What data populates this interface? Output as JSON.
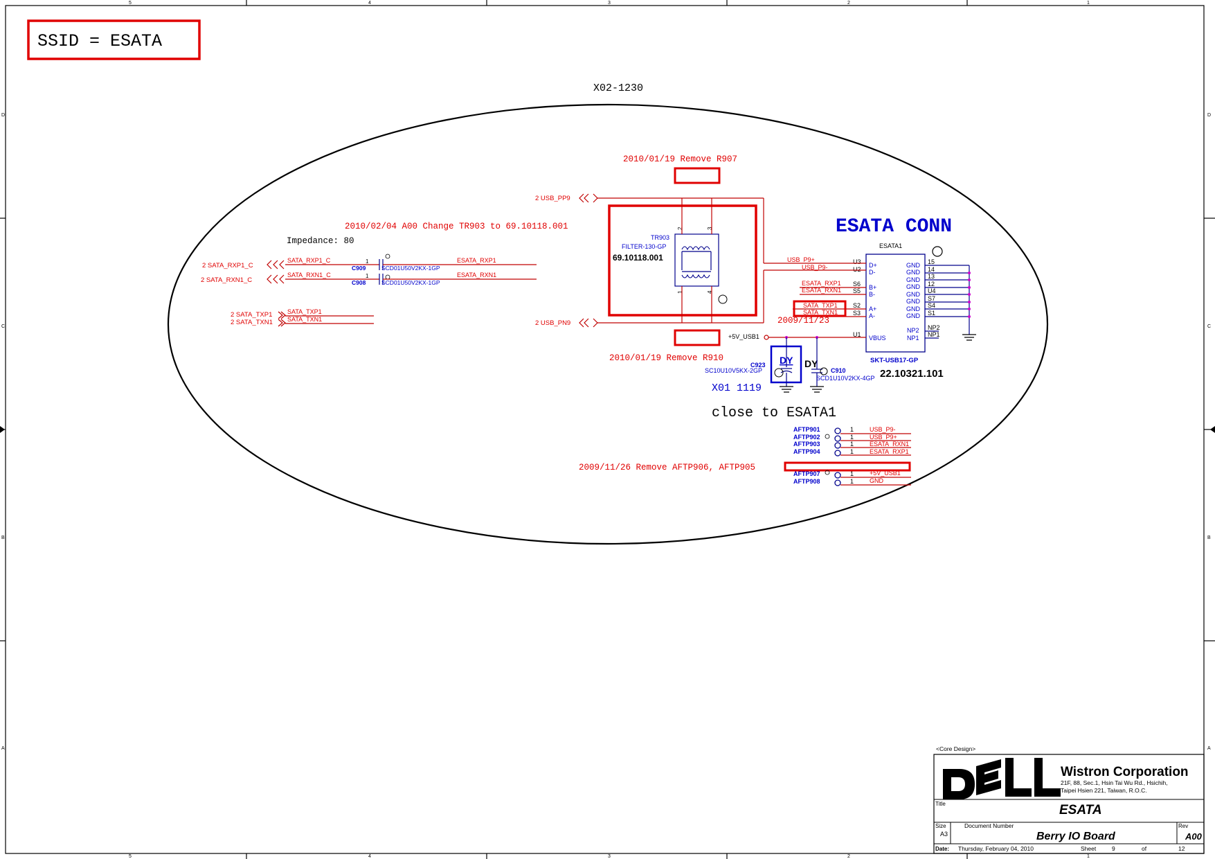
{
  "ssid_box": {
    "text": "SSID = ESATA"
  },
  "revision_label": "X02-1230",
  "frame": {
    "top_zones": [
      "5",
      "4",
      "3",
      "2",
      "1"
    ],
    "bottom_zones": [
      "5",
      "4",
      "3",
      "2",
      "1"
    ],
    "side_zones": [
      "D",
      "C",
      "B",
      "A"
    ]
  },
  "notes": {
    "remove_r907": "2010/01/19 Remove R907",
    "change_tr903": "2010/02/04 A00 Change TR903 to 69.10118.001",
    "impedance": "Impedance: 80",
    "remove_r910": "2010/01/19 Remove R910",
    "date_1123": "2009/11/23",
    "x01": "X01 1119",
    "close_to": "close to ESATA1",
    "remove_aftp": "2009/11/26 Remove AFTP906, AFTP905"
  },
  "ports": {
    "usb_pp9": "2  USB_PP9",
    "usb_pn9": "2  USB_PN9",
    "sata_rxp1_c": "2  SATA_RXP1_C",
    "sata_rxn1_c": "2  SATA_RXN1_C",
    "sata_txp1": "2  SATA_TXP1",
    "sata_txn1": "2  SATA_TXN1"
  },
  "nets": {
    "sata_rxp1_c": "SATA_RXP1_C",
    "sata_rxn1_c": "SATA_RXN1_C",
    "sata_txp1": "SATA_TXP1",
    "sata_txn1": "SATA_TXN1",
    "esata_rxp1": "ESATA_RXP1",
    "esata_rxn1": "ESATA_RXN1",
    "usb_p9_plus": "USB_P9+",
    "usb_p9_minus": "USB_P9-",
    "vusb": "+5V_USB1",
    "gnd": "GND"
  },
  "capacitors": {
    "c909": {
      "ref": "C909",
      "part": "SCD01U50V2KX-1GP",
      "pin": "1"
    },
    "c908": {
      "ref": "C908",
      "part": "SCD01U50V2KX-1GP",
      "pin": "1"
    },
    "c923": {
      "ref": "C923",
      "part": "SC10U10V5KX-2GP"
    },
    "c910": {
      "ref": "C910",
      "part": "SCD1U10V2KX-4GP"
    }
  },
  "transformer": {
    "ref": "TR903",
    "part": "FILTER-130-GP",
    "pn": "69.10118.001",
    "pins": [
      "2",
      "3",
      "1",
      "4"
    ]
  },
  "connector": {
    "title": "ESATA CONN",
    "ref": "ESATA1",
    "part": "SKT-USB17-GP",
    "pn": "22.10321.101",
    "left_pins": [
      {
        "num": "U3",
        "name": "D+"
      },
      {
        "num": "U2",
        "name": "D-"
      },
      {
        "num": "S6",
        "name": "B+"
      },
      {
        "num": "S5",
        "name": "B-"
      },
      {
        "num": "S2",
        "name": "A+"
      },
      {
        "num": "S3",
        "name": "A-"
      },
      {
        "num": "U1",
        "name": "VBUS"
      }
    ],
    "right_pins": [
      {
        "num": "15",
        "name": "GND"
      },
      {
        "num": "14",
        "name": "GND"
      },
      {
        "num": "13",
        "name": "GND"
      },
      {
        "num": "12",
        "name": "GND"
      },
      {
        "num": "U4",
        "name": "GND"
      },
      {
        "num": "S7",
        "name": "GND"
      },
      {
        "num": "S4",
        "name": "GND"
      },
      {
        "num": "S1",
        "name": "GND"
      },
      {
        "num": "NP2",
        "name": "NP2"
      },
      {
        "num": "NP1",
        "name": "NP1"
      }
    ]
  },
  "dy_labels": [
    "DY",
    "DY"
  ],
  "testpoints": [
    {
      "ref": "AFTP901",
      "pin": "1",
      "net": "USB_P9-"
    },
    {
      "ref": "AFTP902",
      "pin": "1",
      "net": "USB_P9+"
    },
    {
      "ref": "AFTP903",
      "pin": "1",
      "net": "ESATA_RXN1"
    },
    {
      "ref": "AFTP904",
      "pin": "1",
      "net": "ESATA_RXP1"
    },
    {
      "ref": "AFTP907",
      "pin": "1",
      "net": "+5V_USB1"
    },
    {
      "ref": "AFTP908",
      "pin": "1",
      "net": "GND"
    }
  ],
  "title_block": {
    "core_design": "<Core Design>",
    "logo": "DELL",
    "company": "Wistron Corporation",
    "address1": "21F, 88, Sec.1, Hsin Tai Wu Rd., Hsichih,",
    "address2": "Taipei Hsien 221, Taiwan, R.O.C.",
    "title_label": "Title",
    "title": "ESATA",
    "size_label": "Size",
    "size": "A3",
    "docnum_label": "Document Number",
    "document": "Berry IO Board",
    "rev_label": "Rev",
    "rev": "A00",
    "date_label": "Date:",
    "date": "Thursday, February 04, 2010",
    "sheet_label": "Sheet",
    "sheet": "9",
    "of_label": "of",
    "total": "12"
  },
  "colors": {
    "net": "#e00000",
    "symbol": "#00008b",
    "annotation_blue": "#0000cc",
    "pin_dot": "#cc00cc"
  }
}
